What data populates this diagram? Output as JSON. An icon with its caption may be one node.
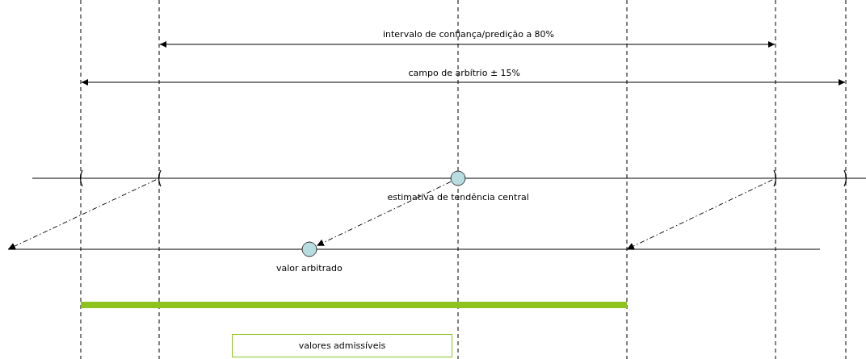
{
  "diagram": {
    "nodes": [
      {
        "text": [],
        "shape": "bracket"
      },
      {
        "text": [],
        "shape": "bracket"
      },
      {
        "text": [],
        "shape": "circle",
        "beside": [
          "estimativa de tendência central"
        ]
      },
      {
        "text": [],
        "shape": "bracket"
      },
      {
        "text": [],
        "shape": "bracket"
      },
      {
        "text": [],
        "shape": "circle",
        "beside": [
          "valor arbitrado"
        ]
      },
      {
        "text": [
          "valores admissíveis"
        ]
      }
    ],
    "edges": [
      {
        "from": 1,
        "to": null,
        "arrow": "to",
        "style": "dashed"
      },
      {
        "from": 2,
        "to": 5,
        "arrow": "to",
        "style": "dashed"
      },
      {
        "from": 3,
        "to": null,
        "arrow": "to",
        "style": "dashed"
      }
    ],
    "labels": [
      "intervalo de confiança/predição a 80%",
      "campo de arbítrio ± 15%"
    ]
  }
}
